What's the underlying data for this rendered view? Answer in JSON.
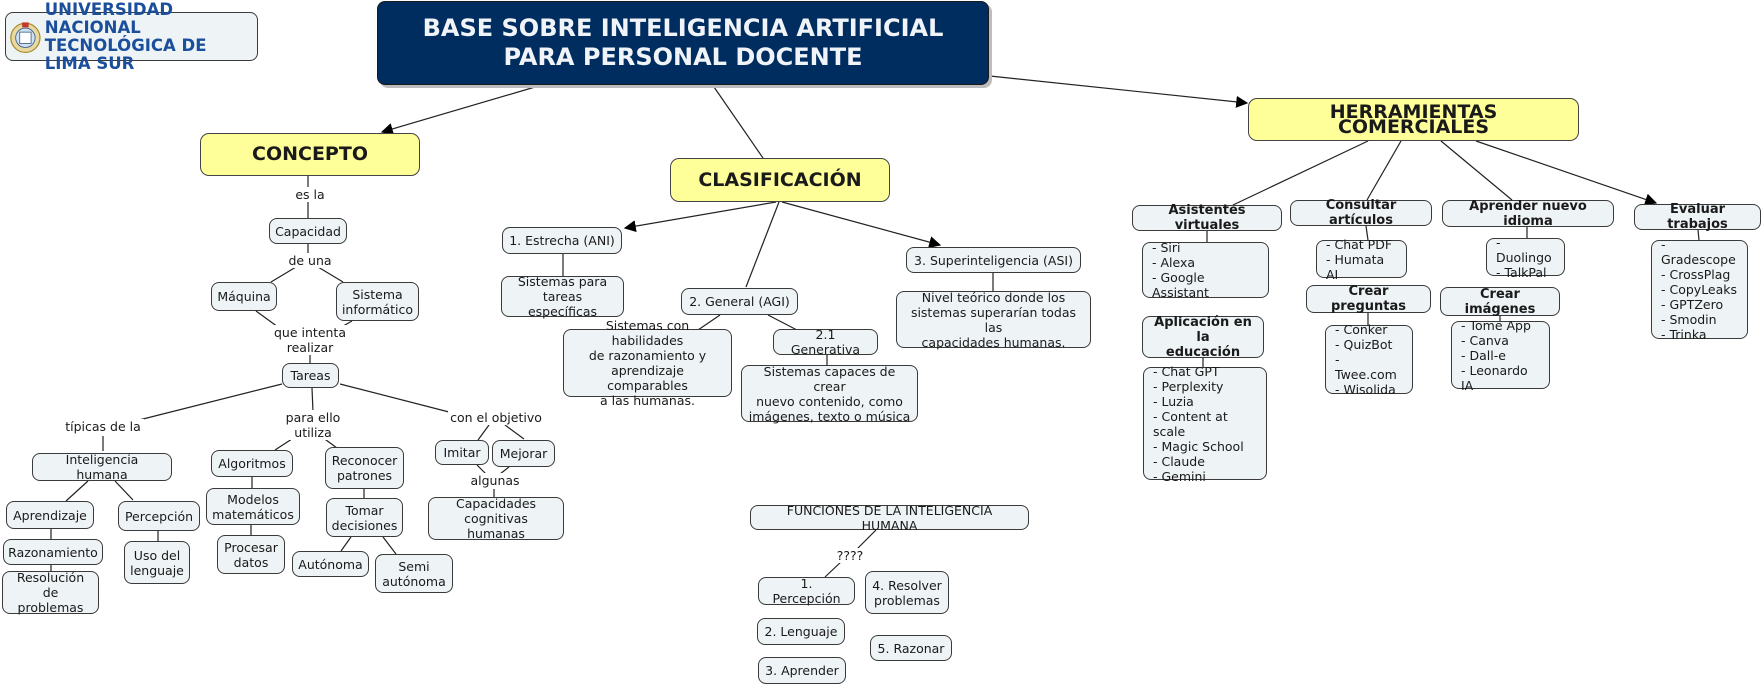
{
  "logo": {
    "text": "UNIVERSIDAD NACIONAL\nTECNOLÓGICA DE LIMA SUR"
  },
  "title": "BASE SOBRE INTELIGENCIA ARTIFICIAL\nPARA PERSONAL DOCENTE",
  "concepto": {
    "heading": "CONCEPTO",
    "link_es_la": "es la",
    "capacidad": "Capacidad",
    "link_de_una": "de una",
    "maquina": "Máquina",
    "sistema": "Sistema\ninformático",
    "link_que_intenta": "que intenta\nrealizar",
    "tareas": "Tareas",
    "link_tipicas": "típicas de la",
    "link_para_ello": "para ello\nutiliza",
    "link_objetivo": "con el objetivo",
    "inteligencia_humana": "Inteligencia humana",
    "aprendizaje": "Aprendizaje",
    "percepcion": "Percepción",
    "razonamiento": "Razonamiento",
    "resolucion": "Resolución\nde problemas",
    "uso_lenguaje": "Uso del\nlenguaje",
    "algoritmos": "Algoritmos",
    "modelos": "Modelos\nmatemáticos",
    "procesar": "Procesar\ndatos",
    "reconocer": "Reconocer\npatrones",
    "tomar": "Tomar\ndecisiones",
    "autonoma": "Autónoma",
    "semi": "Semi\nautónoma",
    "imitar": "Imitar",
    "mejorar": "Mejorar",
    "link_algunas": "algunas",
    "capacidades": "Capacidades\ncognitivas humanas"
  },
  "clasificacion": {
    "heading": "CLASIFICACIÓN",
    "estrecha": "1. Estrecha (ANI)",
    "estrecha_desc": "Sistemas para\ntareas específicas",
    "general": "2. General (AGI)",
    "general_desc": "Sistemas con habilidades\nde razonamiento y\naprendizaje comparables\na las humanas.",
    "generativa": "2.1 Generativa",
    "generativa_desc": "Sistemas capaces de crear\nnuevo contenido, como\nimágenes, texto o música",
    "super": "3. Superinteligencia (ASI)",
    "super_desc": "Nivel teórico donde los\nsistemas superarían todas las\ncapacidades humanas."
  },
  "funciones": {
    "heading": "FUNCIONES DE LA INTELIGENCIA HUMANA",
    "link": "????",
    "items": [
      "1. Percepción",
      "2. Lenguaje",
      "3. Aprender",
      "4. Resolver\nproblemas",
      "5. Razonar"
    ]
  },
  "herramientas": {
    "heading": "HERRAMIENTAS COMERCIALES",
    "groups": [
      {
        "title": "Asistentes virtuales",
        "items": "- Siri\n- Alexa\n- Google Assistant"
      },
      {
        "title": "Aplicación en la\neducación",
        "items": "- Chat GPT\n- Perplexity\n- Luzia\n- Content at scale\n- Magic School\n- Claude\n- Gemini"
      },
      {
        "title": "Consultar artículos",
        "items": "- Chat PDF\n- Humata AI"
      },
      {
        "title": "Crear preguntas",
        "items": "- Conker\n- QuizBot\n- Twee.com\n- Wisolida"
      },
      {
        "title": "Aprender nuevo idioma",
        "items": "- Duolingo\n- TalkPal"
      },
      {
        "title": "Crear imágenes",
        "items": "- Tome App\n- Canva\n- Dall-e\n- Leonardo IA"
      },
      {
        "title": "Evaluar trabajos",
        "items": "- Gradescope\n- CrossPlag\n- CopyLeaks\n- GPTZero\n- Smodin\n- Trinka"
      }
    ]
  },
  "colors": {
    "title_bg": "#002d5f",
    "heading_bg": "#ffff99",
    "node_bg": "#eef3f6",
    "logo_text": "#1b4f9c"
  }
}
